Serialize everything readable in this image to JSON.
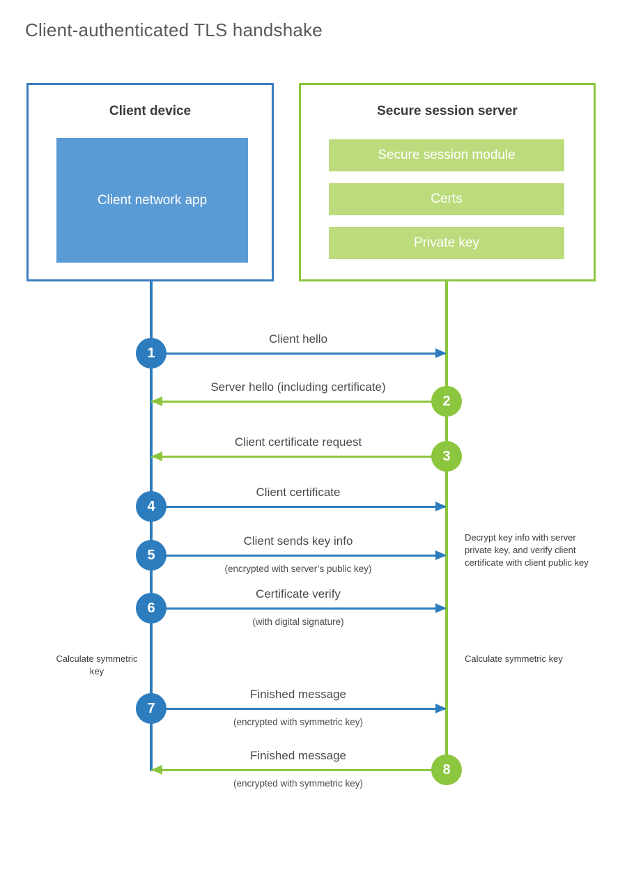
{
  "title": "Client-authenticated TLS handshake",
  "colors": {
    "client_accent": "#2d7dbe",
    "client_border": "#3c7dbf",
    "client_fill": "#5b9bd5",
    "server_accent": "#8cc63e",
    "server_border": "#8cc63e",
    "server_fill": "#bcdb7c",
    "text": "#3b3b3b",
    "title_text": "#58595b",
    "background": "#ffffff"
  },
  "client": {
    "title": "Client device",
    "app_label": "Client network app"
  },
  "server": {
    "title": "Secure session server",
    "items": [
      {
        "label": "Secure session module"
      },
      {
        "label": "Certs"
      },
      {
        "label": "Private key"
      }
    ]
  },
  "steps": [
    {
      "number": "1",
      "label": "Client hello",
      "sublabel": "",
      "direction": "to-server"
    },
    {
      "number": "2",
      "label": "Server hello (including certificate)",
      "sublabel": "",
      "direction": "to-client"
    },
    {
      "number": "3",
      "label": "Client certificate request",
      "sublabel": "",
      "direction": "to-client"
    },
    {
      "number": "4",
      "label": "Client certificate",
      "sublabel": "",
      "direction": "to-server"
    },
    {
      "number": "5",
      "label": "Client sends key info",
      "sublabel": "(encrypted with server’s public key)",
      "direction": "to-server"
    },
    {
      "number": "6",
      "label": "Certificate verify",
      "sublabel": "(with digital signature)",
      "direction": "to-server"
    },
    {
      "number": "7",
      "label": "Finished message",
      "sublabel": "(encrypted with symmetric key)",
      "direction": "to-server"
    },
    {
      "number": "8",
      "label": "Finished message",
      "sublabel": "(encrypted with symmetric key)",
      "direction": "to-client"
    }
  ],
  "annotations": {
    "server_decrypt": "Decrypt key info with server private key, and verify client certificate with client public key",
    "client_calculate": "Calculate symmetric key",
    "server_calculate": "Calculate symmetric key"
  }
}
